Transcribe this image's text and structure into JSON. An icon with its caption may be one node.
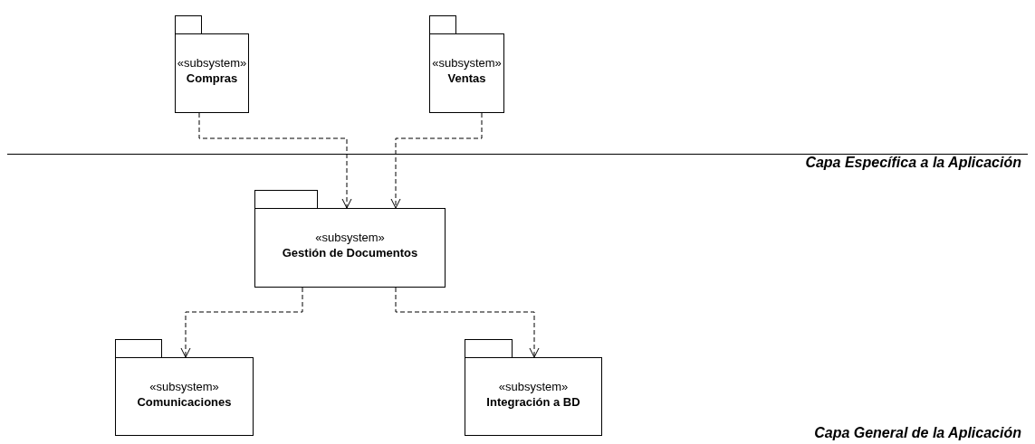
{
  "diagram": {
    "nodes": [
      {
        "text": [
          "«subsystem»",
          "Compras"
        ]
      },
      {
        "text": [
          "«subsystem»",
          "Ventas"
        ]
      },
      {
        "text": [
          "«subsystem»",
          "Gestión de Documentos"
        ]
      },
      {
        "text": [
          "«subsystem»",
          "Comunicaciones"
        ]
      },
      {
        "text": [
          "«subsystem»",
          "Integración a BD"
        ]
      }
    ],
    "edges": [
      {
        "from": 0,
        "to": 2,
        "arrow": "to",
        "style": "dashed"
      },
      {
        "from": 1,
        "to": 2,
        "arrow": "to",
        "style": "dashed"
      },
      {
        "from": 2,
        "to": 3,
        "arrow": "to",
        "style": "dashed"
      },
      {
        "from": 2,
        "to": 4,
        "arrow": "to",
        "style": "dashed"
      }
    ],
    "labels": [
      "Capa Específica a la Aplicación",
      "Capa General de la Aplicación"
    ]
  }
}
